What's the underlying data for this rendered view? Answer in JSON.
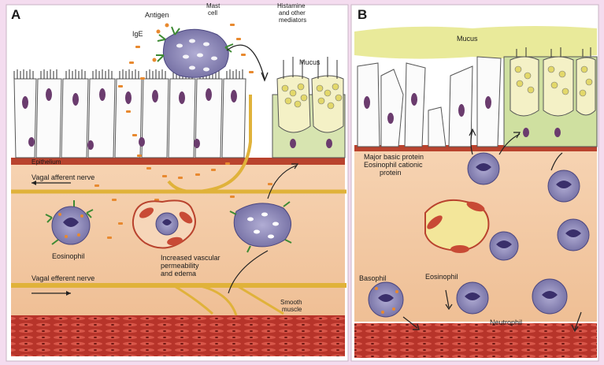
{
  "panel_a": {
    "letter": "A",
    "labels": {
      "antigen": "Antigen",
      "mast_cell_line1": "Mast",
      "mast_cell_line2": "cell",
      "ige": "IgE",
      "histamine_line1": "Histamine",
      "histamine_line2": "and other",
      "histamine_line3": "mediators",
      "mucus": "Mucus",
      "epithelium": "Epithelium",
      "vagal_afferent": "Vagal afferent nerve",
      "eosinophil": "Eosinophil",
      "vascular_line1": "Increased vascular",
      "vascular_line2": "permeability",
      "vascular_line3": "and edema",
      "vagal_efferent": "Vagal efferent nerve",
      "smooth_line1": "Smooth",
      "smooth_line2": "muscle"
    }
  },
  "panel_b": {
    "letter": "B",
    "labels": {
      "mucus": "Mucus",
      "mbp_line1": "Major basic protein",
      "mbp_line2": "Eosinophil cationic",
      "mbp_line3": "protein",
      "basophil": "Basophil",
      "eosinophil": "Eosinophil",
      "neutrophil": "Neutrophil"
    }
  },
  "colors": {
    "page_border": "#f4dcef",
    "tissue": "#f3c9a3",
    "vessel": "#c0392b",
    "nerve": "#e0b23a",
    "mucus_fill": "#e9ea9a",
    "cell_purple": "#8a85b8",
    "mediator_orange": "#e8892f"
  }
}
